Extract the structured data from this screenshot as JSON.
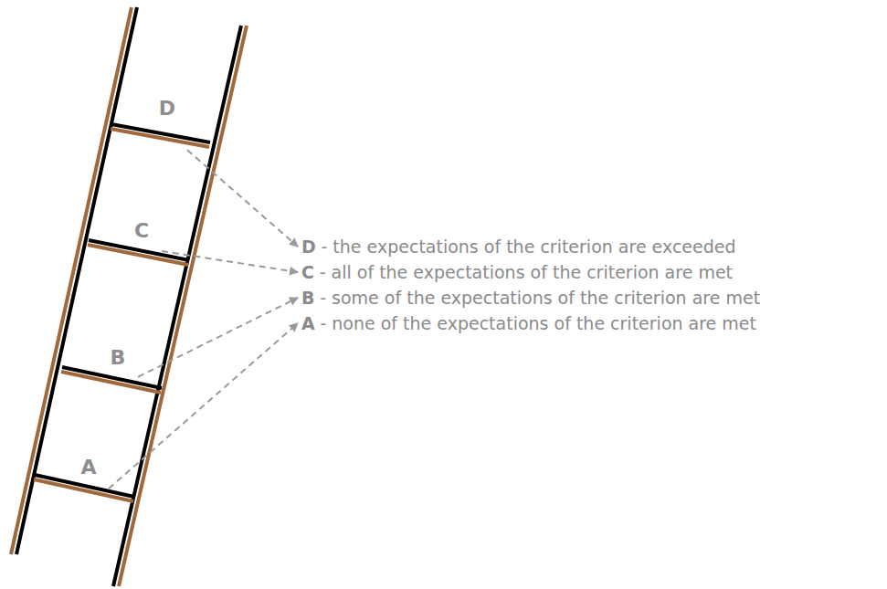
{
  "diagram": {
    "nodes": [
      {
        "text": [
          "D"
        ]
      },
      {
        "text": [
          "C"
        ]
      },
      {
        "text": [
          "D",
          "- the expectations of the criterion are exceeded"
        ]
      },
      {
        "text": [
          "C",
          "- all of the expectations of the criterion are met"
        ]
      },
      {
        "text": [
          "B",
          "- some of the expectations of the criterion are met"
        ]
      },
      {
        "text": [
          "A",
          "- none of the expectations of the criterion are met"
        ]
      },
      {
        "text": [
          "B"
        ]
      },
      {
        "text": [
          "A"
        ]
      }
    ],
    "edges": [
      {
        "from": 0,
        "to": 2,
        "arrow": "to"
      },
      {
        "from": 1,
        "to": 3,
        "arrow": "to"
      },
      {
        "from": 6,
        "to": 4,
        "arrow": "to"
      },
      {
        "from": 7,
        "to": 5,
        "arrow": "to"
      }
    ]
  }
}
